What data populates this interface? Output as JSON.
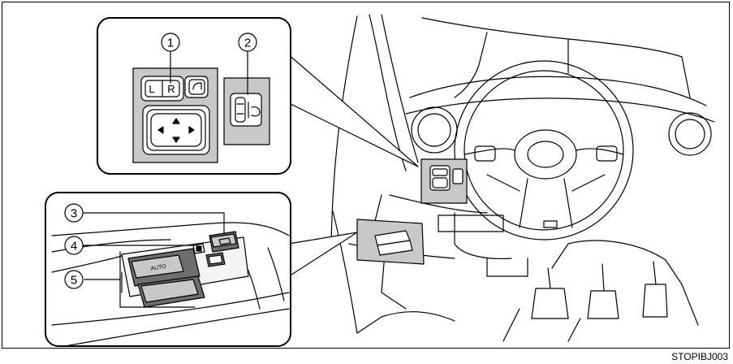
{
  "callouts": [
    "1",
    "2",
    "3",
    "4",
    "5"
  ],
  "mirror_switch": {
    "left_label": "L",
    "right_label": "R"
  },
  "window_switch": {
    "auto_label": "AUTO"
  },
  "image_code": "STOPIBJ003",
  "colors": {
    "panel_gray": "#c8c8c8",
    "dark_gray": "#6e6e6e",
    "line": "#000000"
  }
}
